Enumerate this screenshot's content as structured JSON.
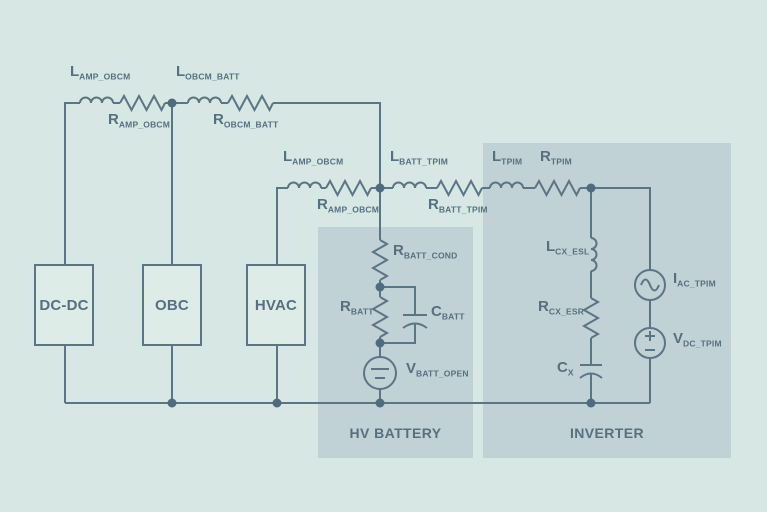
{
  "colors": {
    "background": "#d7e7e3",
    "region_fill": "#c1d2d6",
    "line": "#5b7585",
    "dot": "#4f6b7d",
    "block_fill": "#deece8",
    "text": "#56707f"
  },
  "blocks": {
    "dcdc": {
      "label": "DC-DC"
    },
    "obc": {
      "label": "OBC"
    },
    "hvac": {
      "label": "HVAC"
    }
  },
  "regions": {
    "hv_battery": {
      "label": "HV BATTERY"
    },
    "inverter": {
      "label": "INVERTER"
    }
  },
  "components": {
    "top_l1": {
      "main": "L",
      "sub": "AMP_OBCM"
    },
    "top_r1": {
      "main": "R",
      "sub": "AMP_OBCM"
    },
    "top_l2": {
      "main": "L",
      "sub": "OBCM_BATT"
    },
    "top_r2": {
      "main": "R",
      "sub": "OBCM_BATT"
    },
    "mid_l1": {
      "main": "L",
      "sub": "AMP_OBCM"
    },
    "mid_r1": {
      "main": "R",
      "sub": "AMP_OBCM"
    },
    "mid_l2": {
      "main": "L",
      "sub": "BATT_TPIM"
    },
    "mid_r2": {
      "main": "R",
      "sub": "BATT_TPIM"
    },
    "mid_l3": {
      "main": "L",
      "sub": "TPIM"
    },
    "mid_r3": {
      "main": "R",
      "sub": "TPIM"
    },
    "r_batt_cond": {
      "main": "R",
      "sub": "BATT_COND"
    },
    "r_batt": {
      "main": "R",
      "sub": "BATT"
    },
    "c_batt": {
      "main": "C",
      "sub": "BATT"
    },
    "v_batt_open": {
      "main": "V",
      "sub": "BATT_OPEN"
    },
    "l_cx_esl": {
      "main": "L",
      "sub": "CX_ESL"
    },
    "r_cx_esr": {
      "main": "R",
      "sub": "CX_ESR"
    },
    "c_x": {
      "main": "C",
      "sub": "X"
    },
    "i_ac_tpim": {
      "main": "I",
      "sub": "AC_TPIM"
    },
    "v_dc_tpim": {
      "main": "V",
      "sub": "DC_TPIM"
    }
  }
}
